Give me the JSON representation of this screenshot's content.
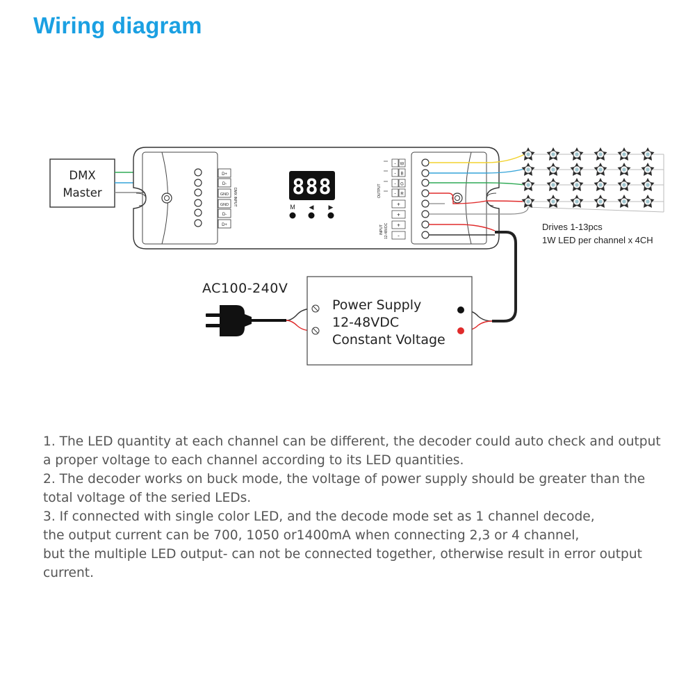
{
  "title": "Wiring diagram",
  "colors": {
    "title": "#1ba0e2",
    "wire_dmx_green": "#2faa55",
    "wire_dmx_blue": "#33a3d8",
    "wire_ch_yellow": "#f2d22e",
    "wire_ch_blue": "#33a3d8",
    "wire_ch_green": "#2faa55",
    "wire_ch_red": "#e02b2b",
    "wire_power_red": "#e02b2b",
    "display": "#111111"
  },
  "dmx_master": {
    "line1": "DMX",
    "line2": "Master"
  },
  "dmx_input": {
    "terminals": [
      "D+",
      "D-",
      "GND",
      "GND",
      "D-",
      "D+"
    ],
    "label": "DMX INPUT"
  },
  "display": {
    "digits": "888"
  },
  "buttons": [
    "M",
    "◀",
    "▶"
  ],
  "output": {
    "label": "OUTPUT",
    "channels": [
      {
        "polarity": "-",
        "name": "W"
      },
      {
        "polarity": "-",
        "name": "B"
      },
      {
        "polarity": "-",
        "name": "G"
      },
      {
        "polarity": "-",
        "name": "R"
      },
      {
        "polarity": "+",
        "name": ""
      },
      {
        "polarity": "+",
        "name": ""
      }
    ]
  },
  "input": {
    "label1": "INPUT",
    "label2": "12-48VDC",
    "terminals": [
      "+",
      "-"
    ]
  },
  "led_rows": [
    "yellow",
    "blue",
    "green",
    "red"
  ],
  "led_note": {
    "line1": "Drives 1-13pcs",
    "line2": "1W LED per channel x 4CH"
  },
  "ac_label": "AC100-240V",
  "power_supply": {
    "line1": "Power Supply",
    "line2": "12-48VDC",
    "line3": "Constant Voltage"
  },
  "notes": [
    "1. The LED quantity at each channel can be different, the decoder could auto check and output",
    "a proper voltage to each channel according to its LED quantities.",
    "2. The decoder works on buck mode, the voltage of power supply should be greater than the",
    "total voltage of the seried LEDs.",
    "3. If connected with single color LED, and the decode mode set as 1 channel decode,",
    "the output current can be 700, 1050 or1400mA when connecting 2,3 or 4 channel,",
    "but the multiple LED output- can not be connected together, otherwise result in error output",
    "current."
  ]
}
